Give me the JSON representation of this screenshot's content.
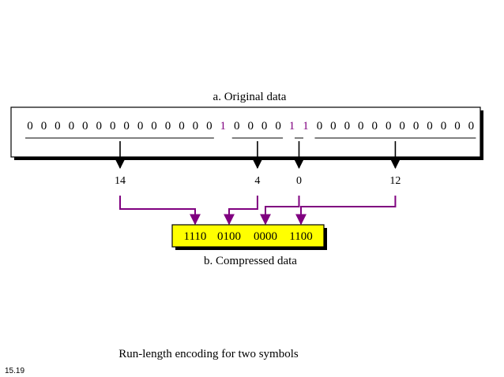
{
  "original": {
    "title": "a. Original data",
    "bits": [
      "0",
      "0",
      "0",
      "0",
      "0",
      "0",
      "0",
      "0",
      "0",
      "0",
      "0",
      "0",
      "0",
      "0",
      "1",
      "0",
      "0",
      "0",
      "0",
      "1",
      "1",
      "0",
      "0",
      "0",
      "0",
      "0",
      "0",
      "0",
      "0",
      "0",
      "0",
      "0",
      "0"
    ],
    "run_lengths": [
      "14",
      "4",
      "0",
      "12"
    ]
  },
  "compressed": {
    "groups": [
      "1110",
      "0100",
      "0000",
      "1100"
    ],
    "title": "b. Compressed data"
  },
  "caption": "Run-length encoding for two symbols",
  "slide_number": "15.19",
  "colors": {
    "zero_bit": "#000000",
    "one_bit": "#800080",
    "connector": "#800080",
    "compressed_fill": "#ffff00",
    "frame": "#000000"
  }
}
